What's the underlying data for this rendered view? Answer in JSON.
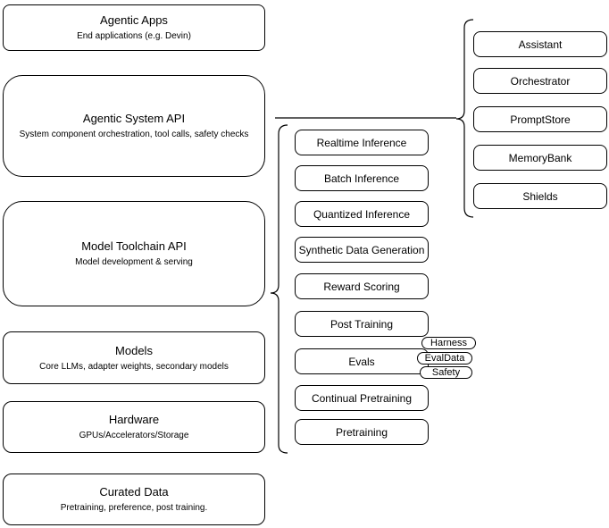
{
  "diagram": {
    "left_stack": [
      {
        "title": "Agentic Apps",
        "subtitle": "End applications (e.g. Devin)"
      },
      {
        "title": "Agentic System API",
        "subtitle": "System component orchestration, tool calls, safety checks"
      },
      {
        "title": "Model Toolchain API",
        "subtitle": "Model development & serving"
      },
      {
        "title": "Models",
        "subtitle": "Core LLMs, adapter weights, secondary models"
      },
      {
        "title": "Hardware",
        "subtitle": "GPUs/Accelerators/Storage"
      },
      {
        "title": "Curated Data",
        "subtitle": "Pretraining, preference, post training."
      }
    ],
    "toolchain_items": [
      {
        "label": "Realtime Inference"
      },
      {
        "label": "Batch Inference"
      },
      {
        "label": "Quantized Inference"
      },
      {
        "label": "Synthetic Data Generation"
      },
      {
        "label": "Reward Scoring"
      },
      {
        "label": "Post Training"
      },
      {
        "label": "Evals"
      },
      {
        "label": "Continual Pretraining"
      },
      {
        "label": "Pretraining"
      }
    ],
    "evals_tags": [
      {
        "label": "Harness"
      },
      {
        "label": "EvalData"
      },
      {
        "label": "Safety"
      }
    ],
    "system_components": [
      {
        "label": "Assistant"
      },
      {
        "label": "Orchestrator"
      },
      {
        "label": "PromptStore"
      },
      {
        "label": "MemoryBank"
      },
      {
        "label": "Shields"
      }
    ],
    "colors": {
      "stroke": "#000000",
      "background": "#ffffff"
    }
  }
}
